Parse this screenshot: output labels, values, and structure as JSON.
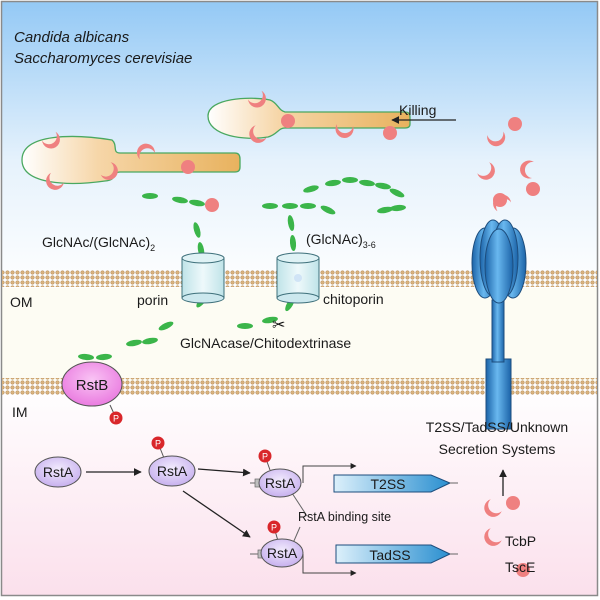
{
  "organisms": {
    "line1": "Candida albicans",
    "line2": "Saccharomyces cerevisiae"
  },
  "killing_label": "Killing",
  "substrates": {
    "glcnac_base": "GlcNAc/(GlcNAc)",
    "glcnac_sub": "2",
    "oligo_base": "(GlcNAc)",
    "oligo_sub": "3-6"
  },
  "membranes": {
    "outer": "OM",
    "inner": "IM"
  },
  "transporters": {
    "porin": "porin",
    "chitoporin": "chitoporin"
  },
  "enzyme_label": "GlcNAcase/Chitodextrinase",
  "sensor_kinase": "RstB",
  "phospho_label": "P",
  "regulator": "RstA",
  "binding_site_label": "RstA binding site",
  "genes": {
    "gene1": "T2SS",
    "gene2": "TadSS"
  },
  "secretion_label": {
    "line1": "T2SS/TadSS/Unknown",
    "line2": "Secretion Systems"
  },
  "legend": {
    "tcbp": "TcbP",
    "tsce": "TscE"
  },
  "colors": {
    "sky_top": "#94c9f5",
    "periplasm": "#fdfcf3",
    "cytoplasm_bottom": "#fbe3ef",
    "effector": "#ef8080",
    "glcnac": "#3bb54a",
    "rstb": "#f08be8",
    "rsta": "#d8c6f3",
    "phospho": "#d9262a",
    "secretion_blue": "#2f86cc",
    "hypha": "#e8b25e"
  }
}
